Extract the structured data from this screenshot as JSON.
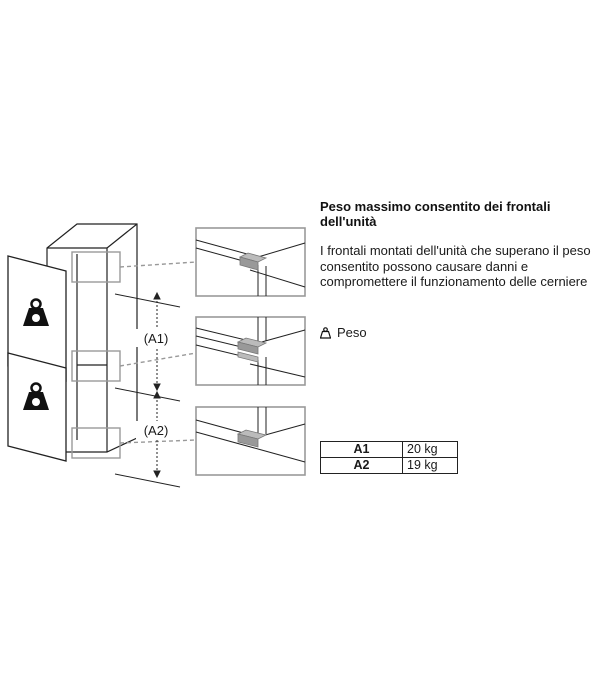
{
  "heading": "Peso massimo consentito dei frontali dell'unità",
  "description": "I frontali montati dell'unità che superano il peso consentito possono causare danni e compromettere il funzionamento delle cerniere",
  "legend": {
    "icon": "weight-icon",
    "label": "Peso"
  },
  "diagram": {
    "label_a1": "(A1)",
    "label_a2": "(A2)"
  },
  "table": {
    "rows": [
      {
        "key": "A1",
        "value": "20 kg"
      },
      {
        "key": "A2",
        "value": "19 kg"
      }
    ]
  }
}
